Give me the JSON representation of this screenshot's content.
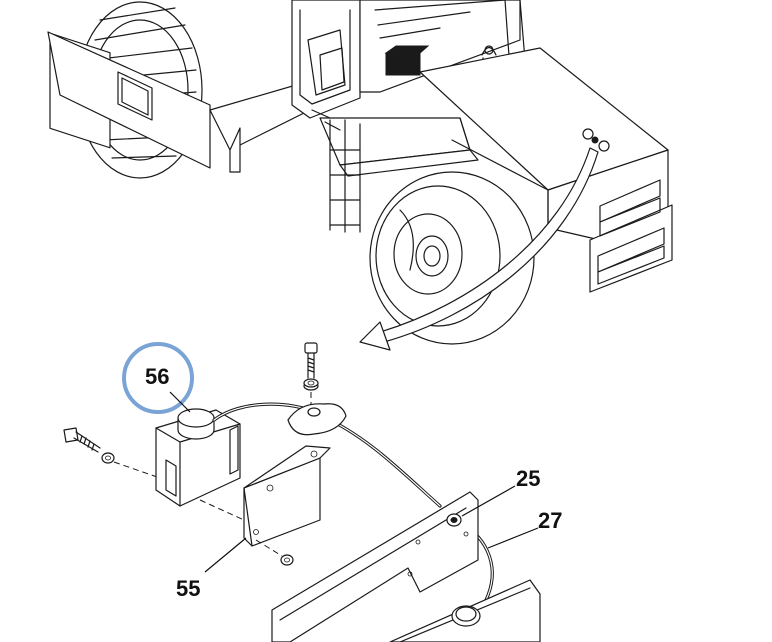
{
  "diagram": {
    "callouts": [
      {
        "id": "56",
        "label": "56",
        "highlighted": true
      },
      {
        "id": "25",
        "label": "25"
      },
      {
        "id": "27",
        "label": "27"
      },
      {
        "id": "55",
        "label": "55"
      }
    ],
    "highlight_color": "#7ba4d6"
  }
}
